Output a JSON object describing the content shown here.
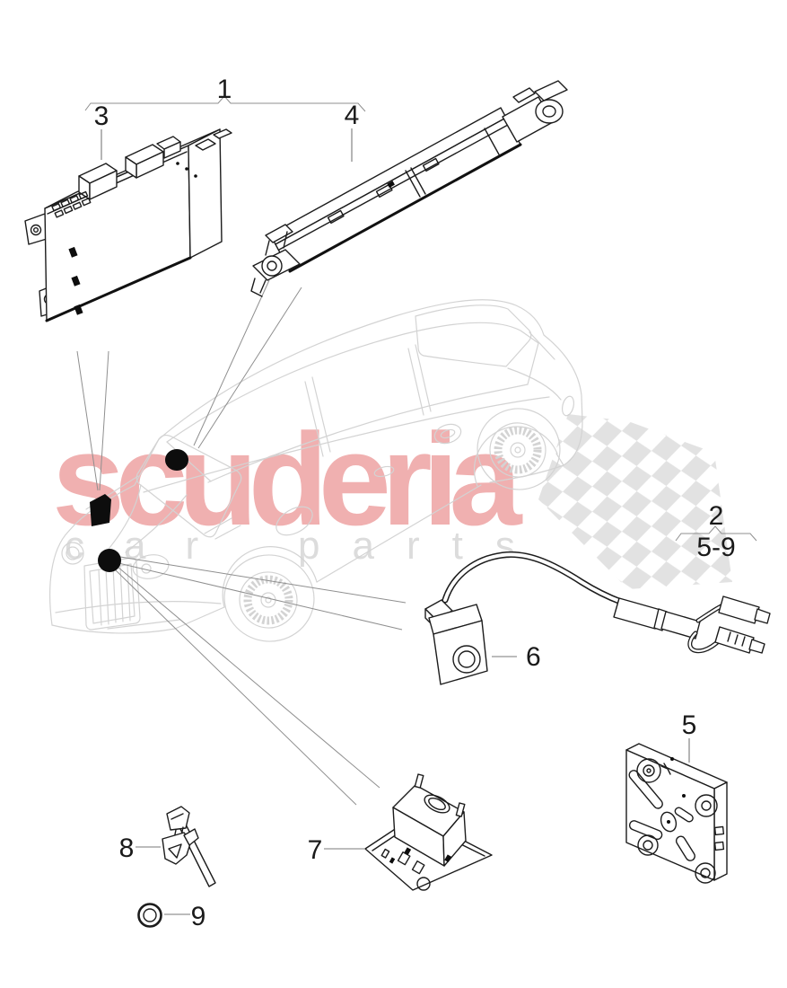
{
  "watermark": {
    "brand": "scuderia",
    "word_left": "car",
    "word_right": "parts",
    "brand_color": "#f0b0b0",
    "letters_color": "#dcdcdc",
    "flag_color": "#e2e2e2"
  },
  "callouts": {
    "c1": "1",
    "c2": "2",
    "c2_range": "5-9",
    "c3": "3",
    "c4": "4",
    "c5": "5",
    "c6": "6",
    "c7": "7",
    "c8": "8",
    "c9": "9"
  },
  "colors": {
    "car_outline": "#d3d3d3",
    "part_line": "#1c1c1c",
    "marker": "#0d0d0d",
    "background": "#ffffff"
  }
}
